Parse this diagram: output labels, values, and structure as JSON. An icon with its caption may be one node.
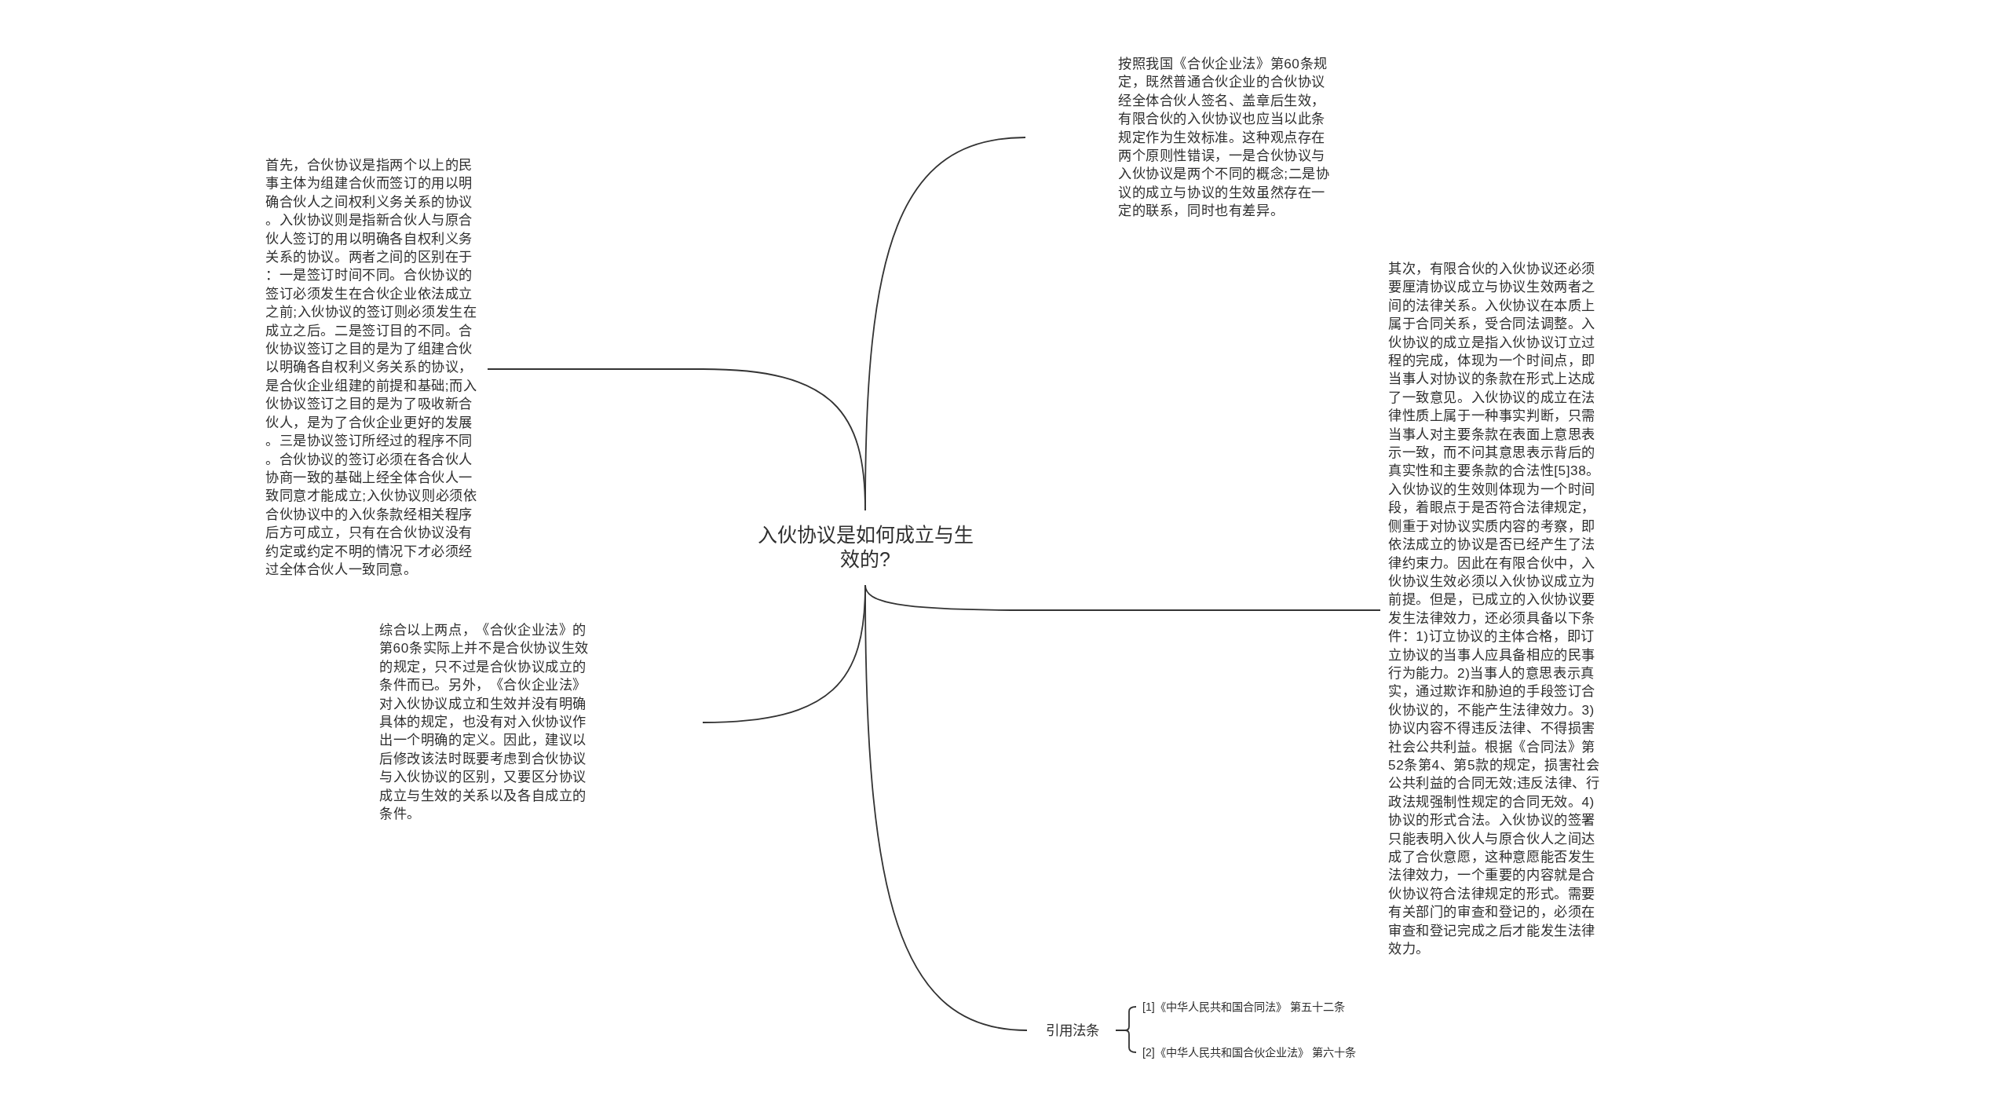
{
  "diagram": {
    "nodes": [
      {
        "text": [
          "入伙协议是如何成立与生效的?"
        ]
      },
      {
        "text": [
          "按照我国《合伙企业法》第60条规定，既然普通合伙企业的合伙协议经全体合伙人签名、盖章后生效，有限合伙的入伙协议也应当以此条规定作为生效标准。这种观点存在两个原则性错误，一是合伙协议与入伙协议是两个不同的概念;二是协议的成立与协议的生效虽然存在一定的联系，同时也有差异。"
        ]
      },
      {
        "text": [
          "首先，合伙协议是指两个以上的民事主体为组建合伙而签订的用以明确合伙人之间权利义务关系的协议。入伙协议则是指新合伙人与原合伙人签订的用以明确各自权利义务关系的协议。两者之间的区别在于：一是签订时间不同。合伙协议的签订必须发生在合伙企业依法成立之前;入伙协议的签订则必须发生在成立之后。二是签订目的不同。合伙协议签订之目的是为了组建合伙以明确各自权利义务关系的协议，是合伙企业组建的前提和基础;而入伙协议签订之目的是为了吸收新合伙人，是为了合伙企业更好的发展。三是协议签订所经过的程序不同。合伙协议的签订必须在各合伙人协商一致的基础上经全体合伙人一致同意才能成立;入伙协议则必须依合伙协议中的入伙条款经相关程序后方可成立，只有在合伙协议没有约定或约定不明的情况下才必须经过全体合伙人一致同意。"
        ]
      },
      {
        "text": [
          "其次，有限合伙的入伙协议还必须要厘清协议成立与协议生效两者之间的法律关系。入伙协议在本质上属于合同关系，受合同法调整。入伙协议的成立是指入伙协议订立过程的完成，体现为一个时间点，即当事人对协议的条款在形式上达成了一致意见。入伙协议的成立在法律性质上属于一种事实判断，只需当事人对主要条款在表面上意思表示一致，而不问其意思表示背后的真实性和主要条款的合法性[5]38。入伙协议的生效则体现为一个时间段，着眼点于是否符合法律规定，侧重于对协议实质内容的考察，即依法成立的协议是否已经产生了法律约束力。因此在有限合伙中，入伙协议生效必须以入伙协议成立为前提。但是，已成立的入伙协议要发生法律效力，还必须具备以下条件：1)订立协议的主体合格，即订立协议的当事人应具备相应的民事行为能力。2)当事人的意思表示真实，通过欺诈和胁迫的手段签订合伙协议的，不能产生法律效力。3)协议内容不得违反法律、不得损害社会公共利益。根据《合同法》第52条第4、第5款的规定，损害社会公共利益的合同无效;违反法律、行政法规强制性规定的合同无效。4)协议的形式合法。入伙协议的签署只能表明入伙人与原合伙人之间达成了合伙意愿，这种意愿能否发生法律效力，一个重要的内容就是合伙协议符合法律规定的形式。需要有关部门的审查和登记的，必须在审查和登记完成之后才能发生法律效力。"
        ]
      },
      {
        "text": [
          "综合以上两点，《合伙企业法》的第60条实际上并不是合伙协议生效的规定，只不过是合伙协议成立的条件而已。另外，《合伙企业法》对入伙协议成立和生效并没有明确具体的规定，也没有对入伙协议作出一个明确的定义。因此，建议以后修改该法时既要考虑到合伙协议与入伙协议的区别，又要区分协议成立与生效的关系以及各自成立的条件。"
        ]
      },
      {
        "text": [
          "引用法条"
        ]
      },
      {
        "text": [
          "[1]《中华人民共和国合同法》 第五十二条"
        ]
      },
      {
        "text": [
          "[2]《中华人民共和国合伙企业法》 第六十条"
        ]
      }
    ],
    "edges": [
      {
        "from": 0,
        "to": 1,
        "arrow": "none"
      },
      {
        "from": 0,
        "to": 2,
        "arrow": "none"
      },
      {
        "from": 0,
        "to": 3,
        "arrow": "none"
      },
      {
        "from": 0,
        "to": 4,
        "arrow": "none"
      },
      {
        "from": 0,
        "to": 5,
        "arrow": "none"
      },
      {
        "from": 5,
        "to": 6,
        "arrow": "none"
      },
      {
        "from": 5,
        "to": 7,
        "arrow": "none"
      }
    ]
  }
}
